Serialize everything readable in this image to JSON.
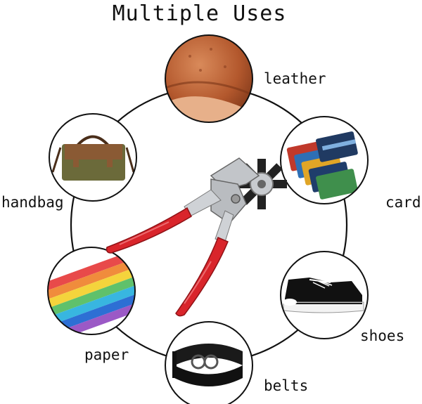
{
  "title": "Multiple Uses",
  "uses": [
    {
      "id": "leather",
      "label": "leather",
      "icon": "leather-texture-icon"
    },
    {
      "id": "card",
      "label": "card",
      "icon": "credit-cards-icon"
    },
    {
      "id": "shoes",
      "label": "shoes",
      "icon": "sneaker-icon"
    },
    {
      "id": "belts",
      "label": "belts",
      "icon": "belt-icon"
    },
    {
      "id": "paper",
      "label": "paper",
      "icon": "colored-paper-icon"
    },
    {
      "id": "handbag",
      "label": "handbag",
      "icon": "handbag-icon"
    }
  ],
  "center_item": {
    "icon": "rotary-punch-pliers-icon"
  },
  "colors": {
    "ring": "#111111",
    "handle": "#d9252b",
    "metal": "#bfc3c7",
    "leather": "#b5653a"
  }
}
